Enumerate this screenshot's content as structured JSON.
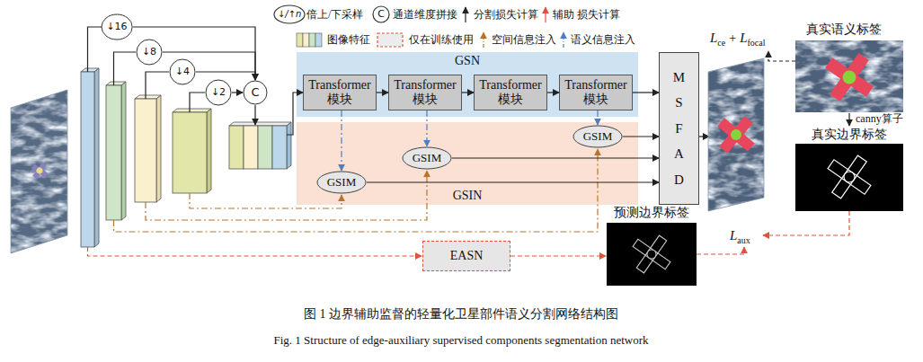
{
  "diagram": {
    "caption": "图 1 边界辅助监督的轻量化卫星部件语义分割网络结构图",
    "nodes": [
      {
        "text": [
          "↓16"
        ]
      },
      {
        "text": [
          "↓8"
        ]
      },
      {
        "text": [
          "↓4"
        ]
      },
      {
        "text": [
          "↓2"
        ]
      },
      {
        "text": [
          "C"
        ]
      },
      {
        "text": [
          "GSN"
        ]
      },
      {
        "text": [
          "Transformer 模块"
        ],
        "in": 5
      },
      {
        "text": [
          "Transformer 模块"
        ],
        "in": 5
      },
      {
        "text": [
          "Transformer 模块"
        ],
        "in": 5
      },
      {
        "text": [
          "Transformer 模块"
        ],
        "in": 5
      },
      {
        "text": [
          "GSIN"
        ]
      },
      {
        "text": [
          "GSIM"
        ],
        "in": 10
      },
      {
        "text": [
          "GSIM"
        ],
        "in": 10
      },
      {
        "text": [
          "GSIM"
        ],
        "in": 10
      },
      {
        "text": [
          "MSFAD"
        ]
      },
      {
        "text": [
          "EASN"
        ]
      }
    ],
    "edges": [
      {
        "from": 0,
        "to": 4,
        "arrow": "to"
      },
      {
        "from": 1,
        "to": 4,
        "arrow": "to"
      },
      {
        "from": 2,
        "to": 4,
        "arrow": "to"
      },
      {
        "from": 3,
        "to": 4,
        "arrow": "to"
      },
      {
        "from": 6,
        "to": 7,
        "arrow": "to"
      },
      {
        "from": 7,
        "to": 8,
        "arrow": "to"
      },
      {
        "from": 8,
        "to": 9,
        "arrow": "to"
      },
      {
        "from": 9,
        "to": 14,
        "arrow": "to"
      },
      {
        "from": 6,
        "to": 11,
        "arrow": "to"
      },
      {
        "from": 7,
        "to": 12,
        "arrow": "to"
      },
      {
        "from": 9,
        "to": 13,
        "arrow": "to"
      },
      {
        "from": 11,
        "to": 14,
        "arrow": "to"
      },
      {
        "from": 12,
        "to": 14,
        "arrow": "to"
      },
      {
        "from": 13,
        "to": 14,
        "arrow": "to"
      }
    ],
    "labels": [
      "↓/↑n",
      "C",
      "L",
      "ce",
      "+",
      "L",
      "focal",
      "真实语义标签",
      "canny算子",
      "真实边界标签",
      "预测边界标签",
      "L",
      "aux",
      "Fig. 1 Structure of edge-auxiliary supervised components segmentation network"
    ],
    "legend": [
      {
        "text": "倍上/下采样"
      },
      {
        "text": "通道维度拼接"
      },
      {
        "text": "分割损失计算"
      },
      {
        "text": "辅助 损失计算"
      },
      {
        "text": "图像特征"
      },
      {
        "text": "仅在训练使用"
      },
      {
        "text": "空间信息注入"
      },
      {
        "text": "语义信息注入"
      }
    ]
  }
}
